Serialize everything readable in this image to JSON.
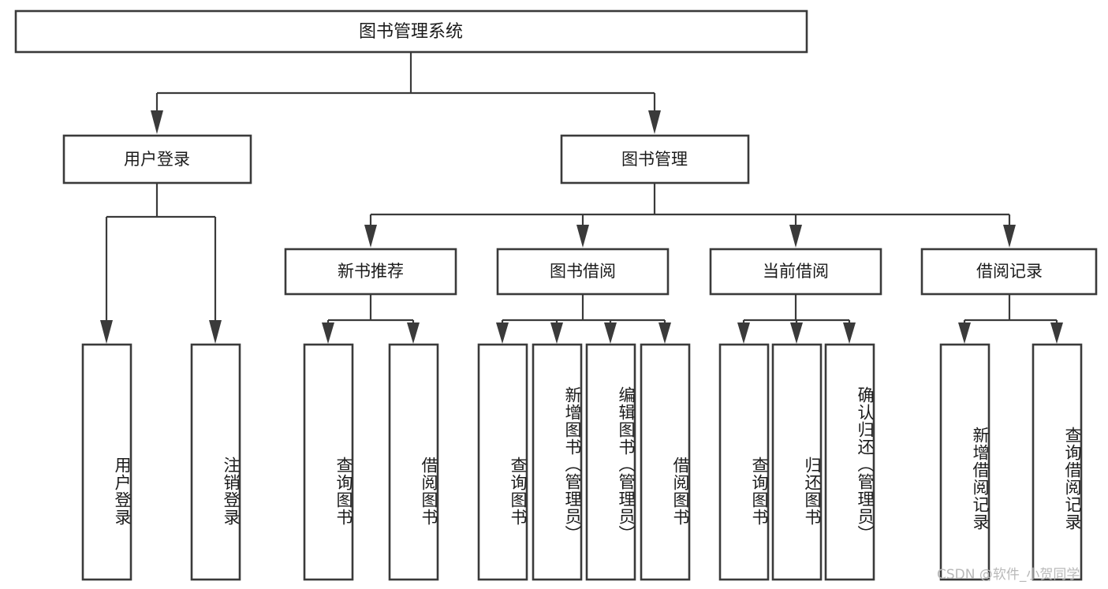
{
  "diagram": {
    "title": "图书管理系统",
    "watermark": "CSDN @软件_小贺同学",
    "theme": {
      "background": "#ffffff",
      "box_fill": "#ffffff",
      "box_stroke": "#3a3a3a",
      "connector": "#3a3a3a",
      "text": "#1b1b1b",
      "watermark_color": "#b9b9b9"
    },
    "root": {
      "id": "root",
      "label": "图书管理系统"
    },
    "level2": [
      {
        "id": "user-login",
        "label": "用户登录"
      },
      {
        "id": "book-manage",
        "label": "图书管理"
      }
    ],
    "level3": [
      {
        "id": "new-book-recommend",
        "label": "新书推荐"
      },
      {
        "id": "book-borrow",
        "label": "图书借阅"
      },
      {
        "id": "current-borrow",
        "label": "当前借阅"
      },
      {
        "id": "borrow-record",
        "label": "借阅记录"
      }
    ],
    "leaves": {
      "user-login": [
        {
          "id": "leaf-user-login",
          "label": "用户登录"
        },
        {
          "id": "leaf-user-logout",
          "label": "注销登录"
        }
      ],
      "new-book-recommend": [
        {
          "id": "leaf-query-book-1",
          "label": "查询图书"
        },
        {
          "id": "leaf-borrow-book-1",
          "label": "借阅图书"
        }
      ],
      "book-borrow": [
        {
          "id": "leaf-query-book-2",
          "label": "查询图书"
        },
        {
          "id": "leaf-add-book-admin",
          "label": "新增图书（管理员）"
        },
        {
          "id": "leaf-edit-book-admin",
          "label": "编辑图书（管理员）"
        },
        {
          "id": "leaf-borrow-book-2",
          "label": "借阅图书"
        }
      ],
      "current-borrow": [
        {
          "id": "leaf-query-book-3",
          "label": "查询图书"
        },
        {
          "id": "leaf-return-book",
          "label": "归还图书"
        },
        {
          "id": "leaf-confirm-return-admin",
          "label": "确认归还（管理员）"
        }
      ],
      "borrow-record": [
        {
          "id": "leaf-add-borrow-record",
          "label": "新增借阅记录"
        },
        {
          "id": "leaf-query-borrow-record",
          "label": "查询借阅记录"
        }
      ]
    }
  }
}
